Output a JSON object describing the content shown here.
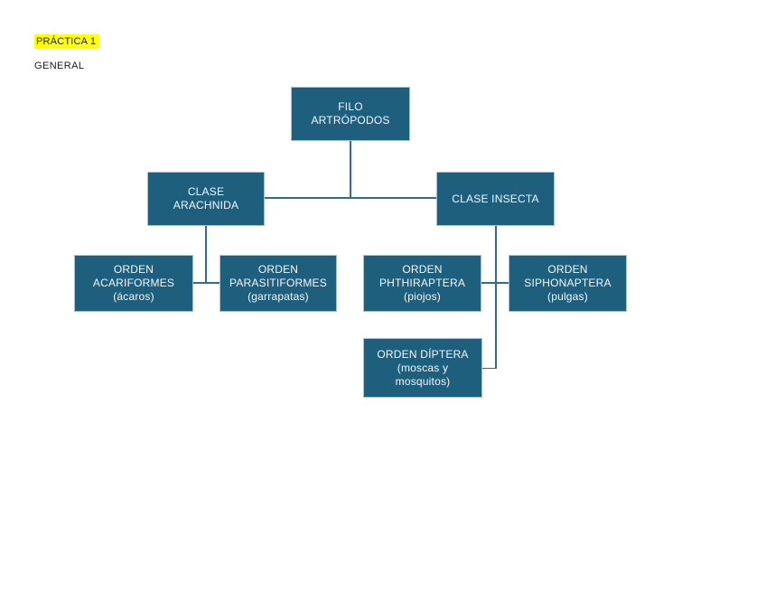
{
  "header": {
    "title": "PRÁCTICA 1",
    "subtitle": "GENERAL"
  },
  "theme": {
    "background": "#ffffff",
    "node_fill": "#1f5f7e",
    "node_border": "#a3c2d6",
    "connector": "#2f6d8c",
    "node_text": "#f2f7fa",
    "highlight": "#ffff00",
    "title_text": "#1a1a1a"
  },
  "diagram": {
    "type": "hierarchy-tree",
    "nodes": {
      "filo": {
        "text": "FILO\nARTRÓPODOS",
        "level": "filo",
        "parent": null
      },
      "arachnida": {
        "text": "CLASE\nARACHNIDA",
        "level": "clase",
        "parent": "filo"
      },
      "insecta": {
        "text": "CLASE INSECTA",
        "level": "clase",
        "parent": "filo"
      },
      "acariformes": {
        "text": "ORDEN\nACARIFORMES\n(ácaros)",
        "level": "orden",
        "parent": "arachnida"
      },
      "parasitiformes": {
        "text": "ORDEN\nPARASITIFORMES\n(garrapatas)",
        "level": "orden",
        "parent": "arachnida"
      },
      "phthiraptera": {
        "text": "ORDEN\nPHTHIRAPTERA\n(piojos)",
        "level": "orden",
        "parent": "insecta"
      },
      "siphonaptera": {
        "text": "ORDEN\nSIPHONAPTERA\n(pulgas)",
        "level": "orden",
        "parent": "insecta"
      },
      "diptera": {
        "text": "ORDEN DÍPTERA\n(moscas y\nmosquitos)",
        "level": "orden",
        "parent": "insecta"
      }
    }
  }
}
